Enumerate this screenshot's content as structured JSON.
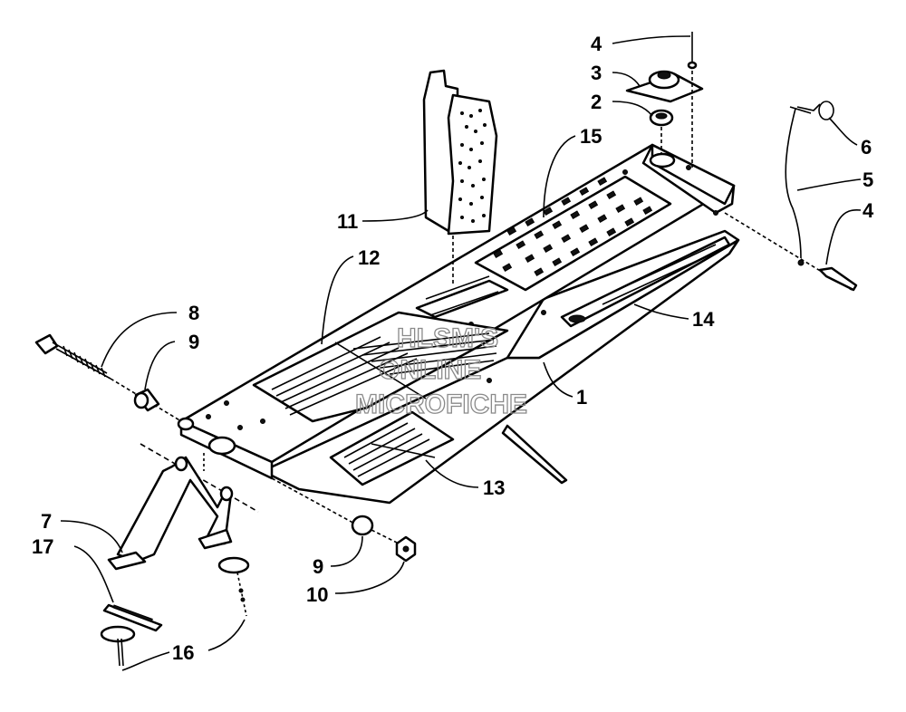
{
  "diagram": {
    "callouts": [
      {
        "id": "c1",
        "label": "1"
      },
      {
        "id": "c2",
        "label": "2"
      },
      {
        "id": "c3",
        "label": "3"
      },
      {
        "id": "c4a",
        "label": "4"
      },
      {
        "id": "c4b",
        "label": "4"
      },
      {
        "id": "c5",
        "label": "5"
      },
      {
        "id": "c6",
        "label": "6"
      },
      {
        "id": "c7",
        "label": "7"
      },
      {
        "id": "c8",
        "label": "8"
      },
      {
        "id": "c9a",
        "label": "9"
      },
      {
        "id": "c9b",
        "label": "9"
      },
      {
        "id": "c10",
        "label": "10"
      },
      {
        "id": "c11",
        "label": "11"
      },
      {
        "id": "c12",
        "label": "12"
      },
      {
        "id": "c13",
        "label": "13"
      },
      {
        "id": "c14",
        "label": "14"
      },
      {
        "id": "c15",
        "label": "15"
      },
      {
        "id": "c16",
        "label": "16"
      },
      {
        "id": "c17",
        "label": "17"
      }
    ],
    "watermark": [
      "HLSM'S",
      "ONLINE",
      "MICROFICHE"
    ]
  }
}
